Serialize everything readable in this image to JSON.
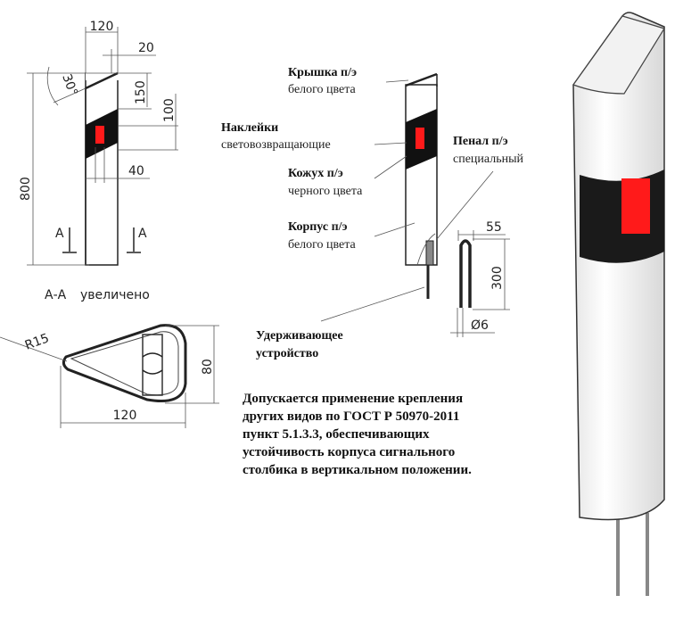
{
  "colors": {
    "reflector": "#ff1a1a",
    "band": "#111111",
    "body": "#ffffff",
    "line": "#222222"
  },
  "front_view": {
    "dims": {
      "width": "120",
      "cap_offset": "20",
      "cap_angle": "30°",
      "cap_height": "150",
      "band_height": "100",
      "total_height": "800",
      "reflector_width": "40"
    },
    "section_marker_left": "A",
    "section_marker_right": "A"
  },
  "section_view": {
    "title": "А-А",
    "title_suffix": "увеличено",
    "dims": {
      "radius": "R15",
      "height": "80",
      "width": "120"
    }
  },
  "component_view": {
    "labels": [
      {
        "bold": "Крышка",
        "normal": " п/э",
        "line2": "белого цвета"
      },
      {
        "bold": "Наклейки",
        "normal": "",
        "line2": "световозвращающие"
      },
      {
        "bold": "Кожух",
        "normal": " п/э",
        "line2": "черного цвета"
      },
      {
        "bold": "Корпус",
        "normal": " п/э",
        "line2": "белого цвета"
      },
      {
        "bold": "Пенал",
        "normal": " п/э",
        "line2": "специальный"
      },
      {
        "bold": "Удерживающее",
        "normal": "",
        "line2": "устройство"
      }
    ]
  },
  "retainer": {
    "dims": {
      "width": "55",
      "height": "300",
      "diameter": "Ø6"
    }
  },
  "note": [
    "Допускается применение крепления",
    "других видов по ГОСТ Р 50970-2011",
    "пункт 5.1.3.3, обеспечивающих",
    "устойчивость корпуса сигнального",
    "столбика в вертикальном положении."
  ]
}
